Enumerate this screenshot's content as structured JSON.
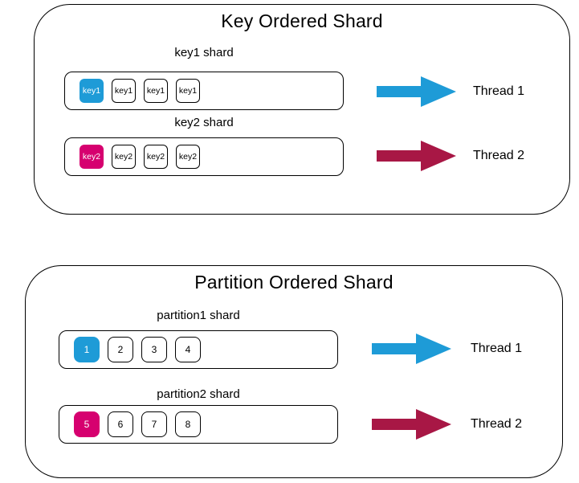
{
  "colors": {
    "blue": "#1E9BD7",
    "magenta": "#D6006F",
    "crimson": "#A81745",
    "border": "#000000"
  },
  "sections": [
    {
      "title": "Key Ordered Shard",
      "shards": [
        {
          "label": "key1 shard",
          "items": [
            {
              "text": "key1",
              "highlight": "blue"
            },
            {
              "text": "key1"
            },
            {
              "text": "key1"
            },
            {
              "text": "key1"
            }
          ],
          "thread": {
            "label": "Thread 1",
            "arrow_color": "#1E9BD7"
          }
        },
        {
          "label": "key2 shard",
          "items": [
            {
              "text": "key2",
              "highlight": "magenta"
            },
            {
              "text": "key2"
            },
            {
              "text": "key2"
            },
            {
              "text": "key2"
            }
          ],
          "thread": {
            "label": "Thread 2",
            "arrow_color": "#A81745"
          }
        }
      ]
    },
    {
      "title": "Partition Ordered Shard",
      "shards": [
        {
          "label": "partition1 shard",
          "items": [
            {
              "text": "1",
              "highlight": "blue"
            },
            {
              "text": "2"
            },
            {
              "text": "3"
            },
            {
              "text": "4"
            }
          ],
          "thread": {
            "label": "Thread 1",
            "arrow_color": "#1E9BD7"
          }
        },
        {
          "label": "partition2 shard",
          "items": [
            {
              "text": "5",
              "highlight": "magenta"
            },
            {
              "text": "6"
            },
            {
              "text": "7"
            },
            {
              "text": "8"
            }
          ],
          "thread": {
            "label": "Thread 2",
            "arrow_color": "#A81745"
          }
        }
      ]
    }
  ]
}
